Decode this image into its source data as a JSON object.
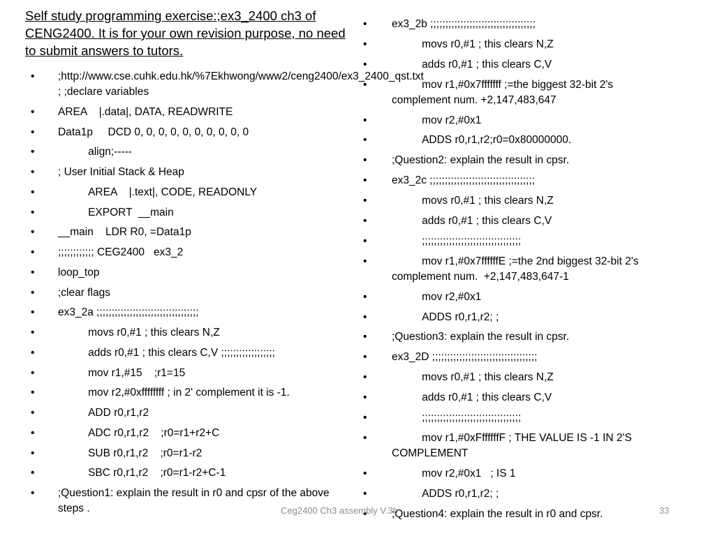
{
  "slide": {
    "title": "Self study programming exercise:;ex3_2400 ch3 of CENG2400. It is for your own revision purpose, no need to submit answers to tutors.",
    "footer_text": "Ceg2400 Ch3 assembly V.3b",
    "page_number": "33",
    "bullet_char": "•"
  },
  "left_items": [
    ";http://www.cse.cuhk.edu.hk/%7Ekhwong/www2/ceng2400/ex3_2400_qst.txt ; ;declare variables",
    "AREA    |.data|, DATA, READWRITE",
    "Data1p     DCD 0, 0, 0, 0, 0, 0, 0, 0, 0, 0",
    "          align;-----",
    "; User Initial Stack & Heap",
    "          AREA    |.text|, CODE, READONLY",
    "          EXPORT  __main",
    "__main    LDR R0, =Data1p",
    ";;;;;;;;;;;; CEG2400   ex3_2",
    "loop_top",
    ";clear flags",
    "ex3_2a ;;;;;;;;;;;;;;;;;;;;;;;;;;;;;;;;;;",
    "          movs r0,#1 ; this clears N,Z",
    "          adds r0,#1 ; this clears C,V ;;;;;;;;;;;;;;;;;;",
    "          mov r1,#15    ;r1=15",
    "          mov r2,#0xffffffff ; in 2' complement it is -1.",
    "          ADD r0,r1,r2",
    "          ADC r0,r1,r2    ;r0=r1+r2+C",
    "          SUB r0,r1,r2    ;r0=r1-r2",
    "          SBC r0,r1,r2    ;r0=r1-r2+C-1",
    ";Question1: explain the result in r0 and cpsr of the above steps ."
  ],
  "right_items": [
    "ex3_2b ;;;;;;;;;;;;;;;;;;;;;;;;;;;;;;;;;;;",
    "          movs r0,#1 ; this clears N,Z",
    "          adds r0,#1 ; this clears C,V",
    "          mov r1,#0x7fffffff ;=the biggest 32-bit 2's complement num. +2,147,483,647",
    "          mov r2,#0x1",
    "          ADDS r0,r1,r2;r0=0x80000000.",
    ";Question2: explain the result in cpsr.",
    "ex3_2c ;;;;;;;;;;;;;;;;;;;;;;;;;;;;;;;;;;;",
    "          movs r0,#1 ; this clears N,Z",
    "          adds r0,#1 ; this clears C,V",
    "          ;;;;;;;;;;;;;;;;;;;;;;;;;;;;;;;;;",
    "          mov r1,#0x7ffffffE ;=the 2nd biggest 32-bit 2's complement num.  +2,147,483,647-1",
    "          mov r2,#0x1",
    "          ADDS r0,r1,r2; ;",
    ";Question3: explain the result in cpsr.",
    "ex3_2D ;;;;;;;;;;;;;;;;;;;;;;;;;;;;;;;;;;;",
    "          movs r0,#1 ; this clears N,Z",
    "          adds r0,#1 ; this clears C,V",
    "          ;;;;;;;;;;;;;;;;;;;;;;;;;;;;;;;;;",
    "          mov r1,#0xFffffffF ; THE VALUE IS -1 IN 2'S COMPLEMENT",
    "          mov r2,#0x1   ; IS 1",
    "          ADDS r0,r1,r2; ;",
    ";Question4: explain the result in r0 and cpsr."
  ]
}
